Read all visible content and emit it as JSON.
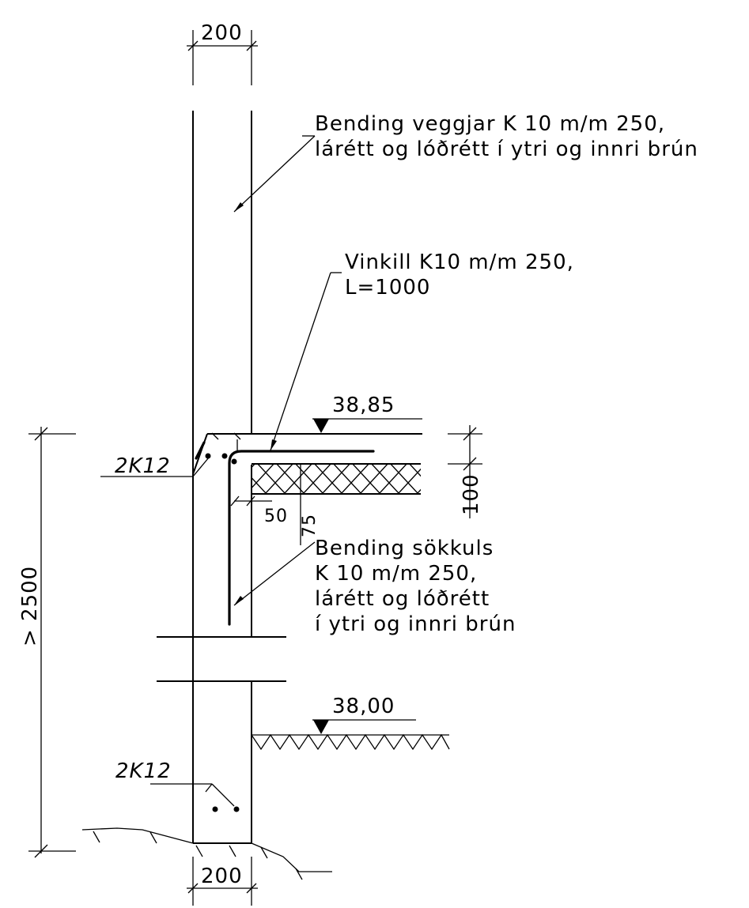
{
  "dimensions": {
    "wall_width_top": "200",
    "wall_width_bottom": "200",
    "total_height": "> 2500",
    "slab_thickness": "100",
    "cover_horizontal": "50",
    "cover_vertical": "75"
  },
  "levels": {
    "slab_top": "38,85",
    "ground": "38,00"
  },
  "rebar": {
    "top_bars": "2K12",
    "bottom_bars": "2K12"
  },
  "notes": {
    "wall_reinforcement": [
      "Bending veggjar K 10 m/m 250,",
      "lárétt og lóðrétt í ytri og innri brún"
    ],
    "corner_bar": [
      "Vinkill K10 m/m 250,",
      "L=1000"
    ],
    "plinth_reinforcement": [
      "Bending sökkuls",
      "K 10 m/m 250,",
      "lárétt og lóðrétt",
      "í ytri og innri brún"
    ]
  }
}
